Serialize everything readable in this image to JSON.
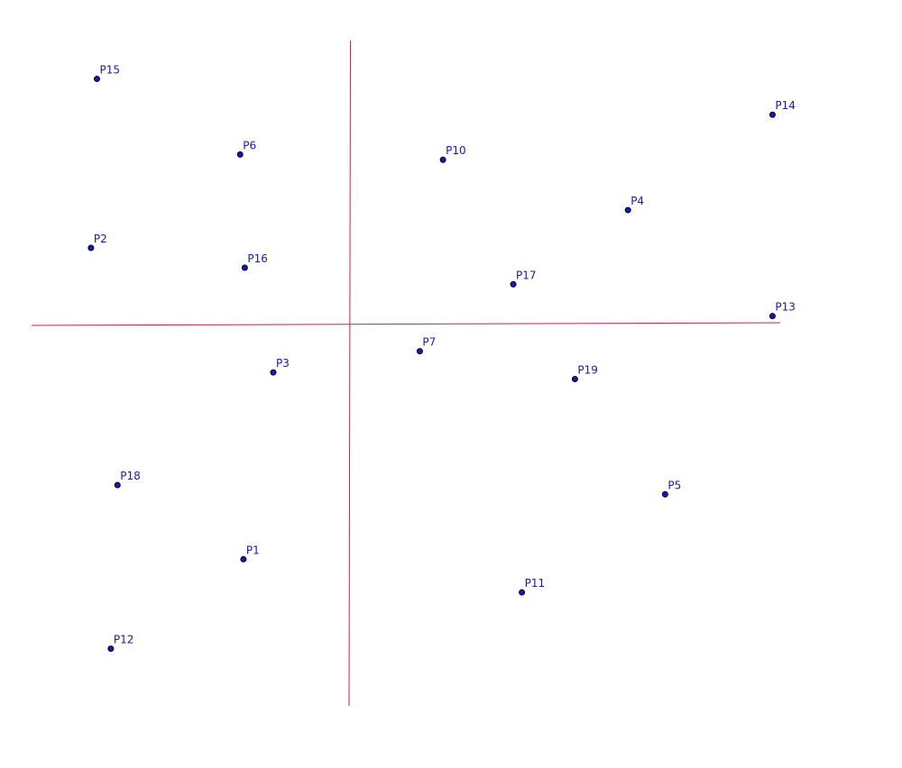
{
  "colors": {
    "background": "#ffffff",
    "axis": "#c8204a",
    "point": "#1a1aa6",
    "point_outline": "#000033",
    "label": "#1a1aa6"
  },
  "chart_data": {
    "type": "scatter",
    "xlim": [
      -5.2,
      7.0
    ],
    "ylim": [
      -6.2,
      4.6
    ],
    "grid": false,
    "legend": "none",
    "points": [
      {
        "label": "P1",
        "x": -1.6,
        "y": -3.55
      },
      {
        "label": "P2",
        "x": -3.9,
        "y": 1.15
      },
      {
        "label": "P3",
        "x": -1.15,
        "y": -0.73
      },
      {
        "label": "P4",
        "x": 4.2,
        "y": 1.72
      },
      {
        "label": "P5",
        "x": 4.76,
        "y": -2.57
      },
      {
        "label": "P6",
        "x": -1.65,
        "y": 2.56
      },
      {
        "label": "P7",
        "x": 1.06,
        "y": -0.41
      },
      {
        "label": "P10",
        "x": 1.41,
        "y": 2.48
      },
      {
        "label": "P11",
        "x": 2.6,
        "y": -4.05
      },
      {
        "label": "P12",
        "x": -3.6,
        "y": -4.9
      },
      {
        "label": "P13",
        "x": 6.38,
        "y": 0.12
      },
      {
        "label": "P14",
        "x": 6.38,
        "y": 3.16
      },
      {
        "label": "P15",
        "x": -3.81,
        "y": 3.7
      },
      {
        "label": "P16",
        "x": -1.58,
        "y": 0.85
      },
      {
        "label": "P17",
        "x": 2.47,
        "y": 0.6
      },
      {
        "label": "P18",
        "x": -3.5,
        "y": -2.43
      },
      {
        "label": "P19",
        "x": 3.4,
        "y": -0.83
      }
    ]
  }
}
